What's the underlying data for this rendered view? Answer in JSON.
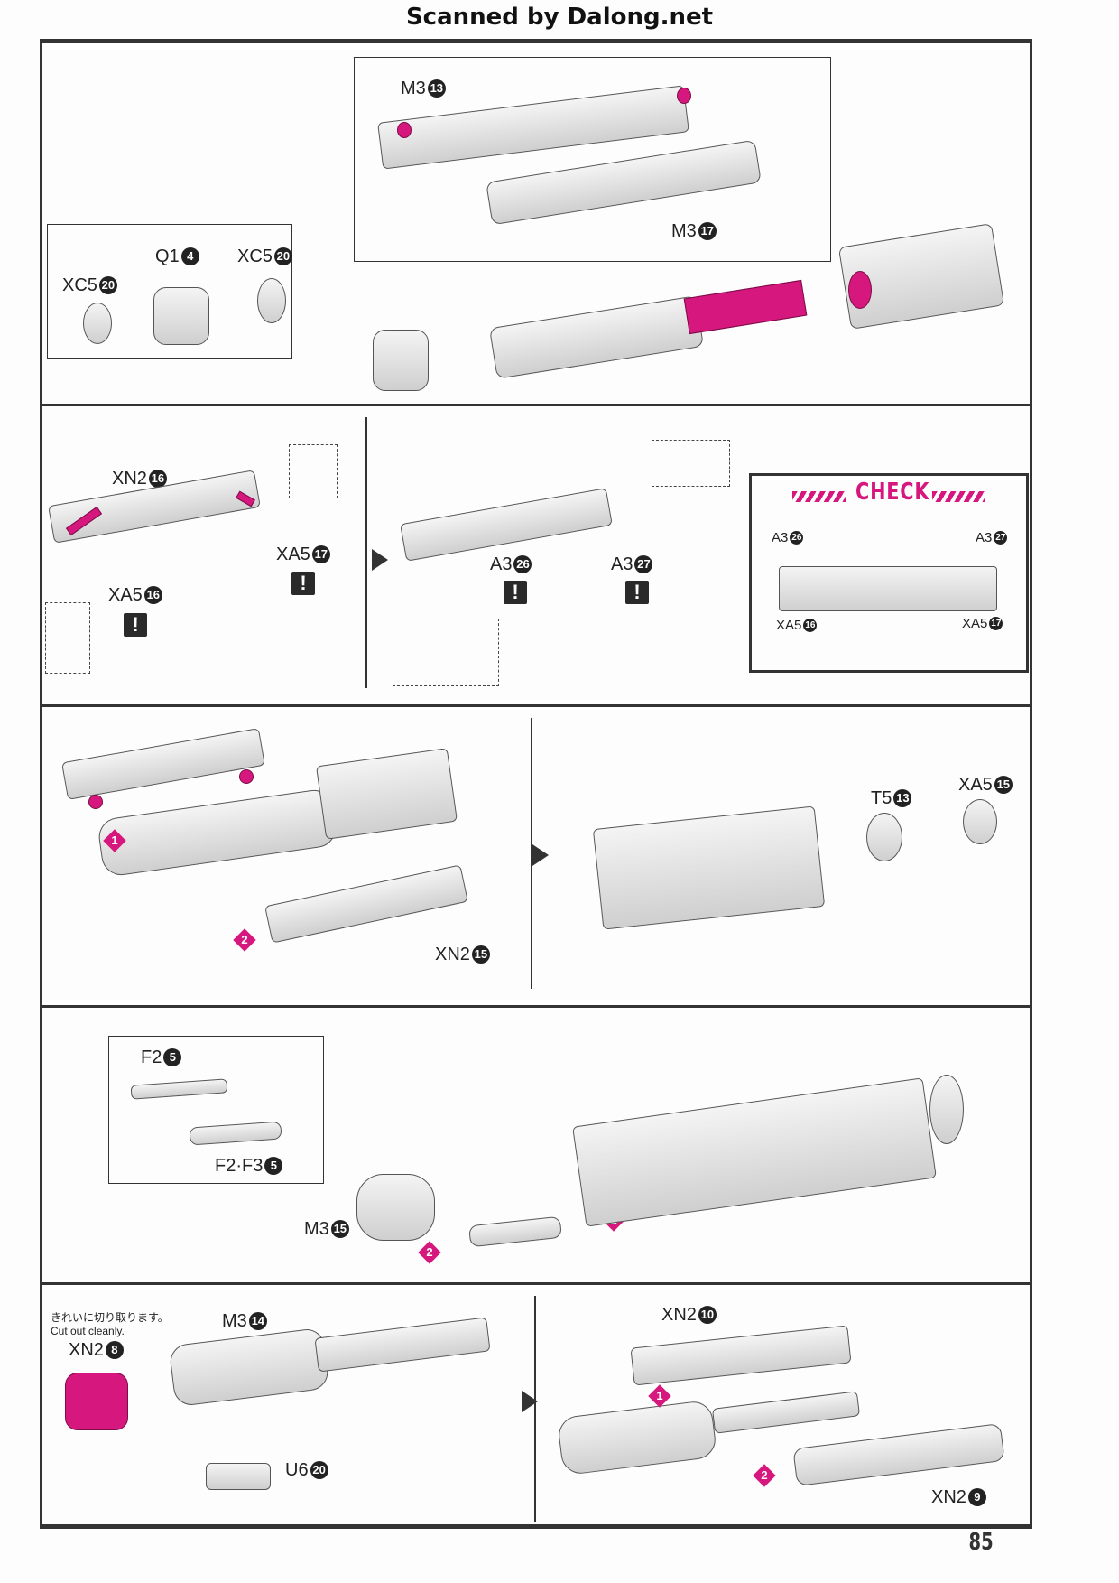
{
  "header": {
    "title": "Scanned by Dalong.net"
  },
  "page_number": "85",
  "accent_color": "#d6187e",
  "sections": {
    "s1": {
      "labels": {
        "m3_13": {
          "part": "M3",
          "num": "13"
        },
        "m3_17": {
          "part": "M3",
          "num": "17"
        },
        "q1_4": {
          "part": "Q1",
          "num": "4"
        },
        "xc5_20_left": {
          "part": "XC5",
          "num": "20"
        },
        "xc5_20_right": {
          "part": "XC5",
          "num": "20"
        }
      }
    },
    "s2": {
      "labels": {
        "xn2_16": {
          "part": "XN2",
          "num": "16"
        },
        "xa5_17": {
          "part": "XA5",
          "num": "17"
        },
        "xa5_16": {
          "part": "XA5",
          "num": "16"
        },
        "a3_26": {
          "part": "A3",
          "num": "26"
        },
        "a3_27": {
          "part": "A3",
          "num": "27"
        }
      },
      "warning_icon": "!",
      "check": {
        "title": "CHECK",
        "labels": {
          "a3_26": {
            "part": "A3",
            "num": "26"
          },
          "a3_27": {
            "part": "A3",
            "num": "27"
          },
          "xa5_16": {
            "part": "XA5",
            "num": "16"
          },
          "xa5_17": {
            "part": "XA5",
            "num": "17"
          }
        }
      }
    },
    "s3": {
      "labels": {
        "xn2_15": {
          "part": "XN2",
          "num": "15"
        },
        "t5_13": {
          "part": "T5",
          "num": "13"
        },
        "xa5_15": {
          "part": "XA5",
          "num": "15"
        }
      },
      "steps": [
        "1",
        "2"
      ]
    },
    "s4": {
      "labels": {
        "f2_5": {
          "part": "F2",
          "num": "5"
        },
        "f2f3_5": {
          "part": "F2·F3",
          "num": "5"
        },
        "m3_15": {
          "part": "M3",
          "num": "15"
        }
      },
      "steps": [
        "1",
        "2"
      ]
    },
    "s5": {
      "note_jp": "きれいに切り取ります。",
      "note_en": "Cut out cleanly.",
      "labels": {
        "xn2_8": {
          "part": "XN2",
          "num": "8"
        },
        "m3_14": {
          "part": "M3",
          "num": "14"
        },
        "u6_20": {
          "part": "U6",
          "num": "20"
        },
        "xn2_10": {
          "part": "XN2",
          "num": "10"
        },
        "xn2_9": {
          "part": "XN2",
          "num": "9"
        }
      },
      "steps": [
        "1",
        "2"
      ]
    }
  }
}
